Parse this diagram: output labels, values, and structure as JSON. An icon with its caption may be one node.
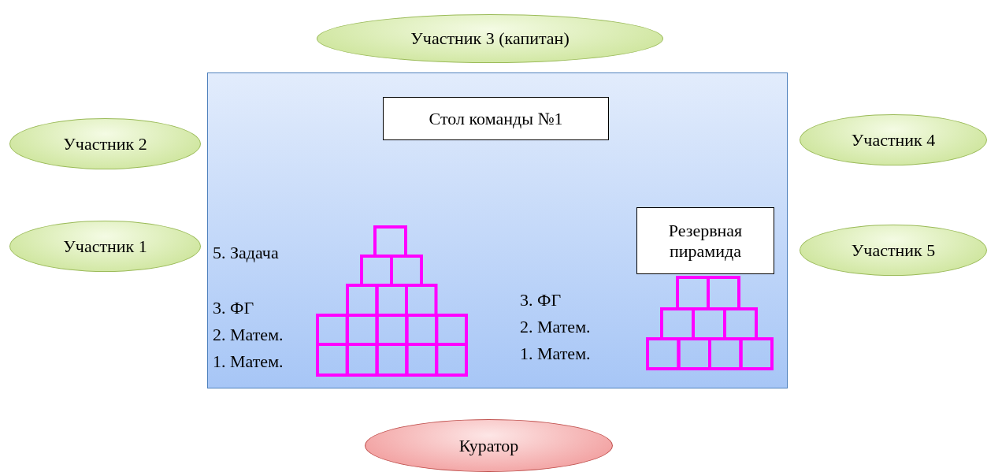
{
  "diagram": {
    "nodes": [
      {
        "text": [
          "Участник 3 (капитан)"
        ]
      },
      {
        "text": [
          "Участник 2"
        ]
      },
      {
        "text": [],
        "shape": "box"
      },
      {
        "text": [
          "Стол команды №1"
        ],
        "in": 2
      },
      {
        "text": [
          "Участник 4"
        ]
      },
      {
        "text": [
          "Участник 1"
        ]
      },
      {
        "text": [
          "Резервная пирамида"
        ],
        "in": 2
      },
      {
        "text": [
          "Участник 5"
        ]
      },
      {
        "text": [
          "Куратор"
        ]
      }
    ],
    "edges": [],
    "labels": [
      "5. Задача",
      "3. ФГ",
      "2. Матем.",
      "1. Матем.",
      "3. ФГ",
      "2. Матем.",
      "1. Матем."
    ]
  }
}
